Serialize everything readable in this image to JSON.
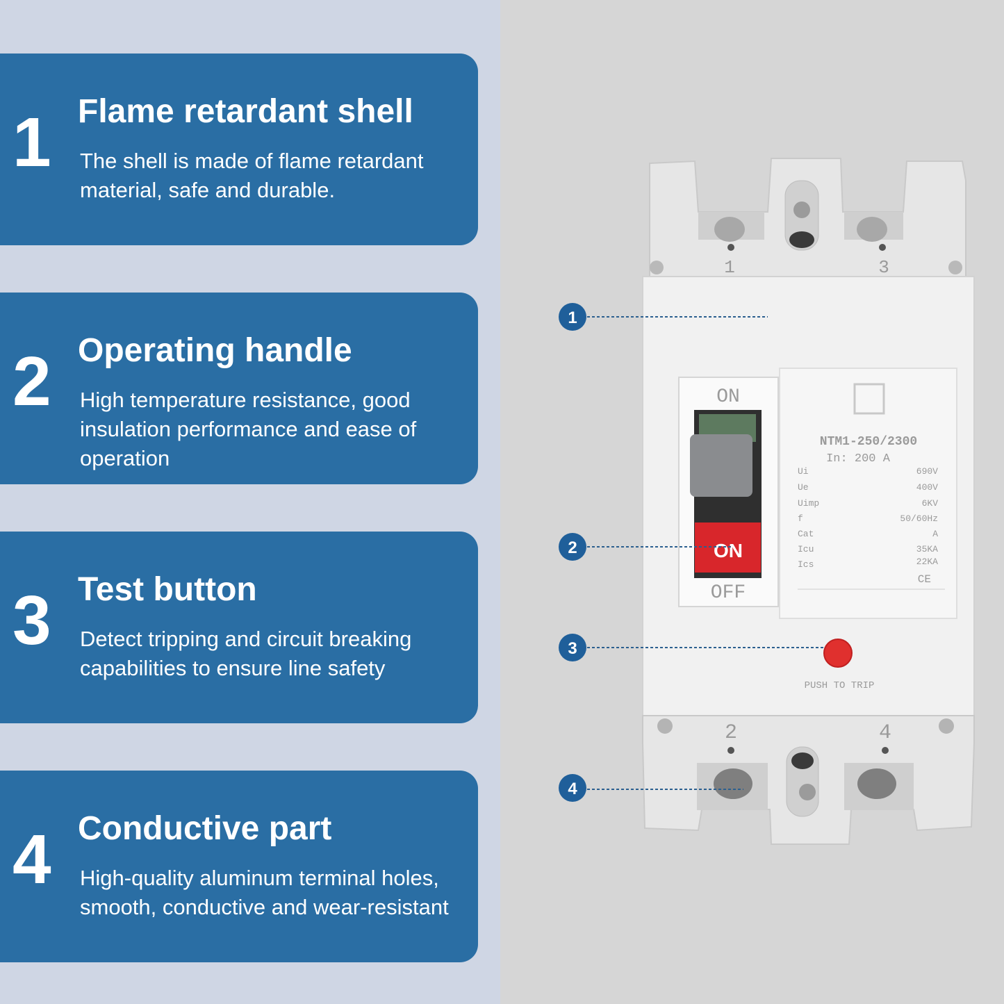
{
  "features": [
    {
      "number": "1",
      "title": "Flame retardant shell",
      "description": "The shell is made of flame retardant material, safe and durable."
    },
    {
      "number": "2",
      "title": "Operating handle",
      "description": "High temperature resistance, good insulation performance and ease of operation"
    },
    {
      "number": "3",
      "title": "Test button",
      "description": "Detect tripping and circuit breaking capabilities to ensure line safety"
    },
    {
      "number": "4",
      "title": "Conductive part",
      "description": "High-quality aluminum terminal holes, smooth, conductive and wear-resistant"
    }
  ],
  "product": {
    "switch_on_top": "ON",
    "switch_on": "ON",
    "switch_off": "OFF",
    "model": "NTM1-250/2300",
    "rating": "In: 200 A",
    "specs": [
      {
        "label": "Ui",
        "value": "690V"
      },
      {
        "label": "Ue",
        "value": "400V"
      },
      {
        "label": "Uimp",
        "value": "6KV"
      },
      {
        "label": "f",
        "value": "50/60Hz"
      },
      {
        "label": "Cat",
        "value": "A"
      },
      {
        "label": "Icu",
        "value": "35KA"
      },
      {
        "label": "Ics",
        "value": "22KA"
      }
    ],
    "ce_mark": "CE",
    "test_label": "PUSH TO TRIP",
    "terminal_top_left": "1",
    "terminal_top_right": "3",
    "terminal_bottom_left": "2",
    "terminal_bottom_right": "4"
  },
  "callouts": [
    "1",
    "2",
    "3",
    "4"
  ],
  "colors": {
    "card": "#2a6ea4",
    "callout": "#1f5f9a",
    "test_button": "#e0302e",
    "handle_on": "#d8262b"
  }
}
